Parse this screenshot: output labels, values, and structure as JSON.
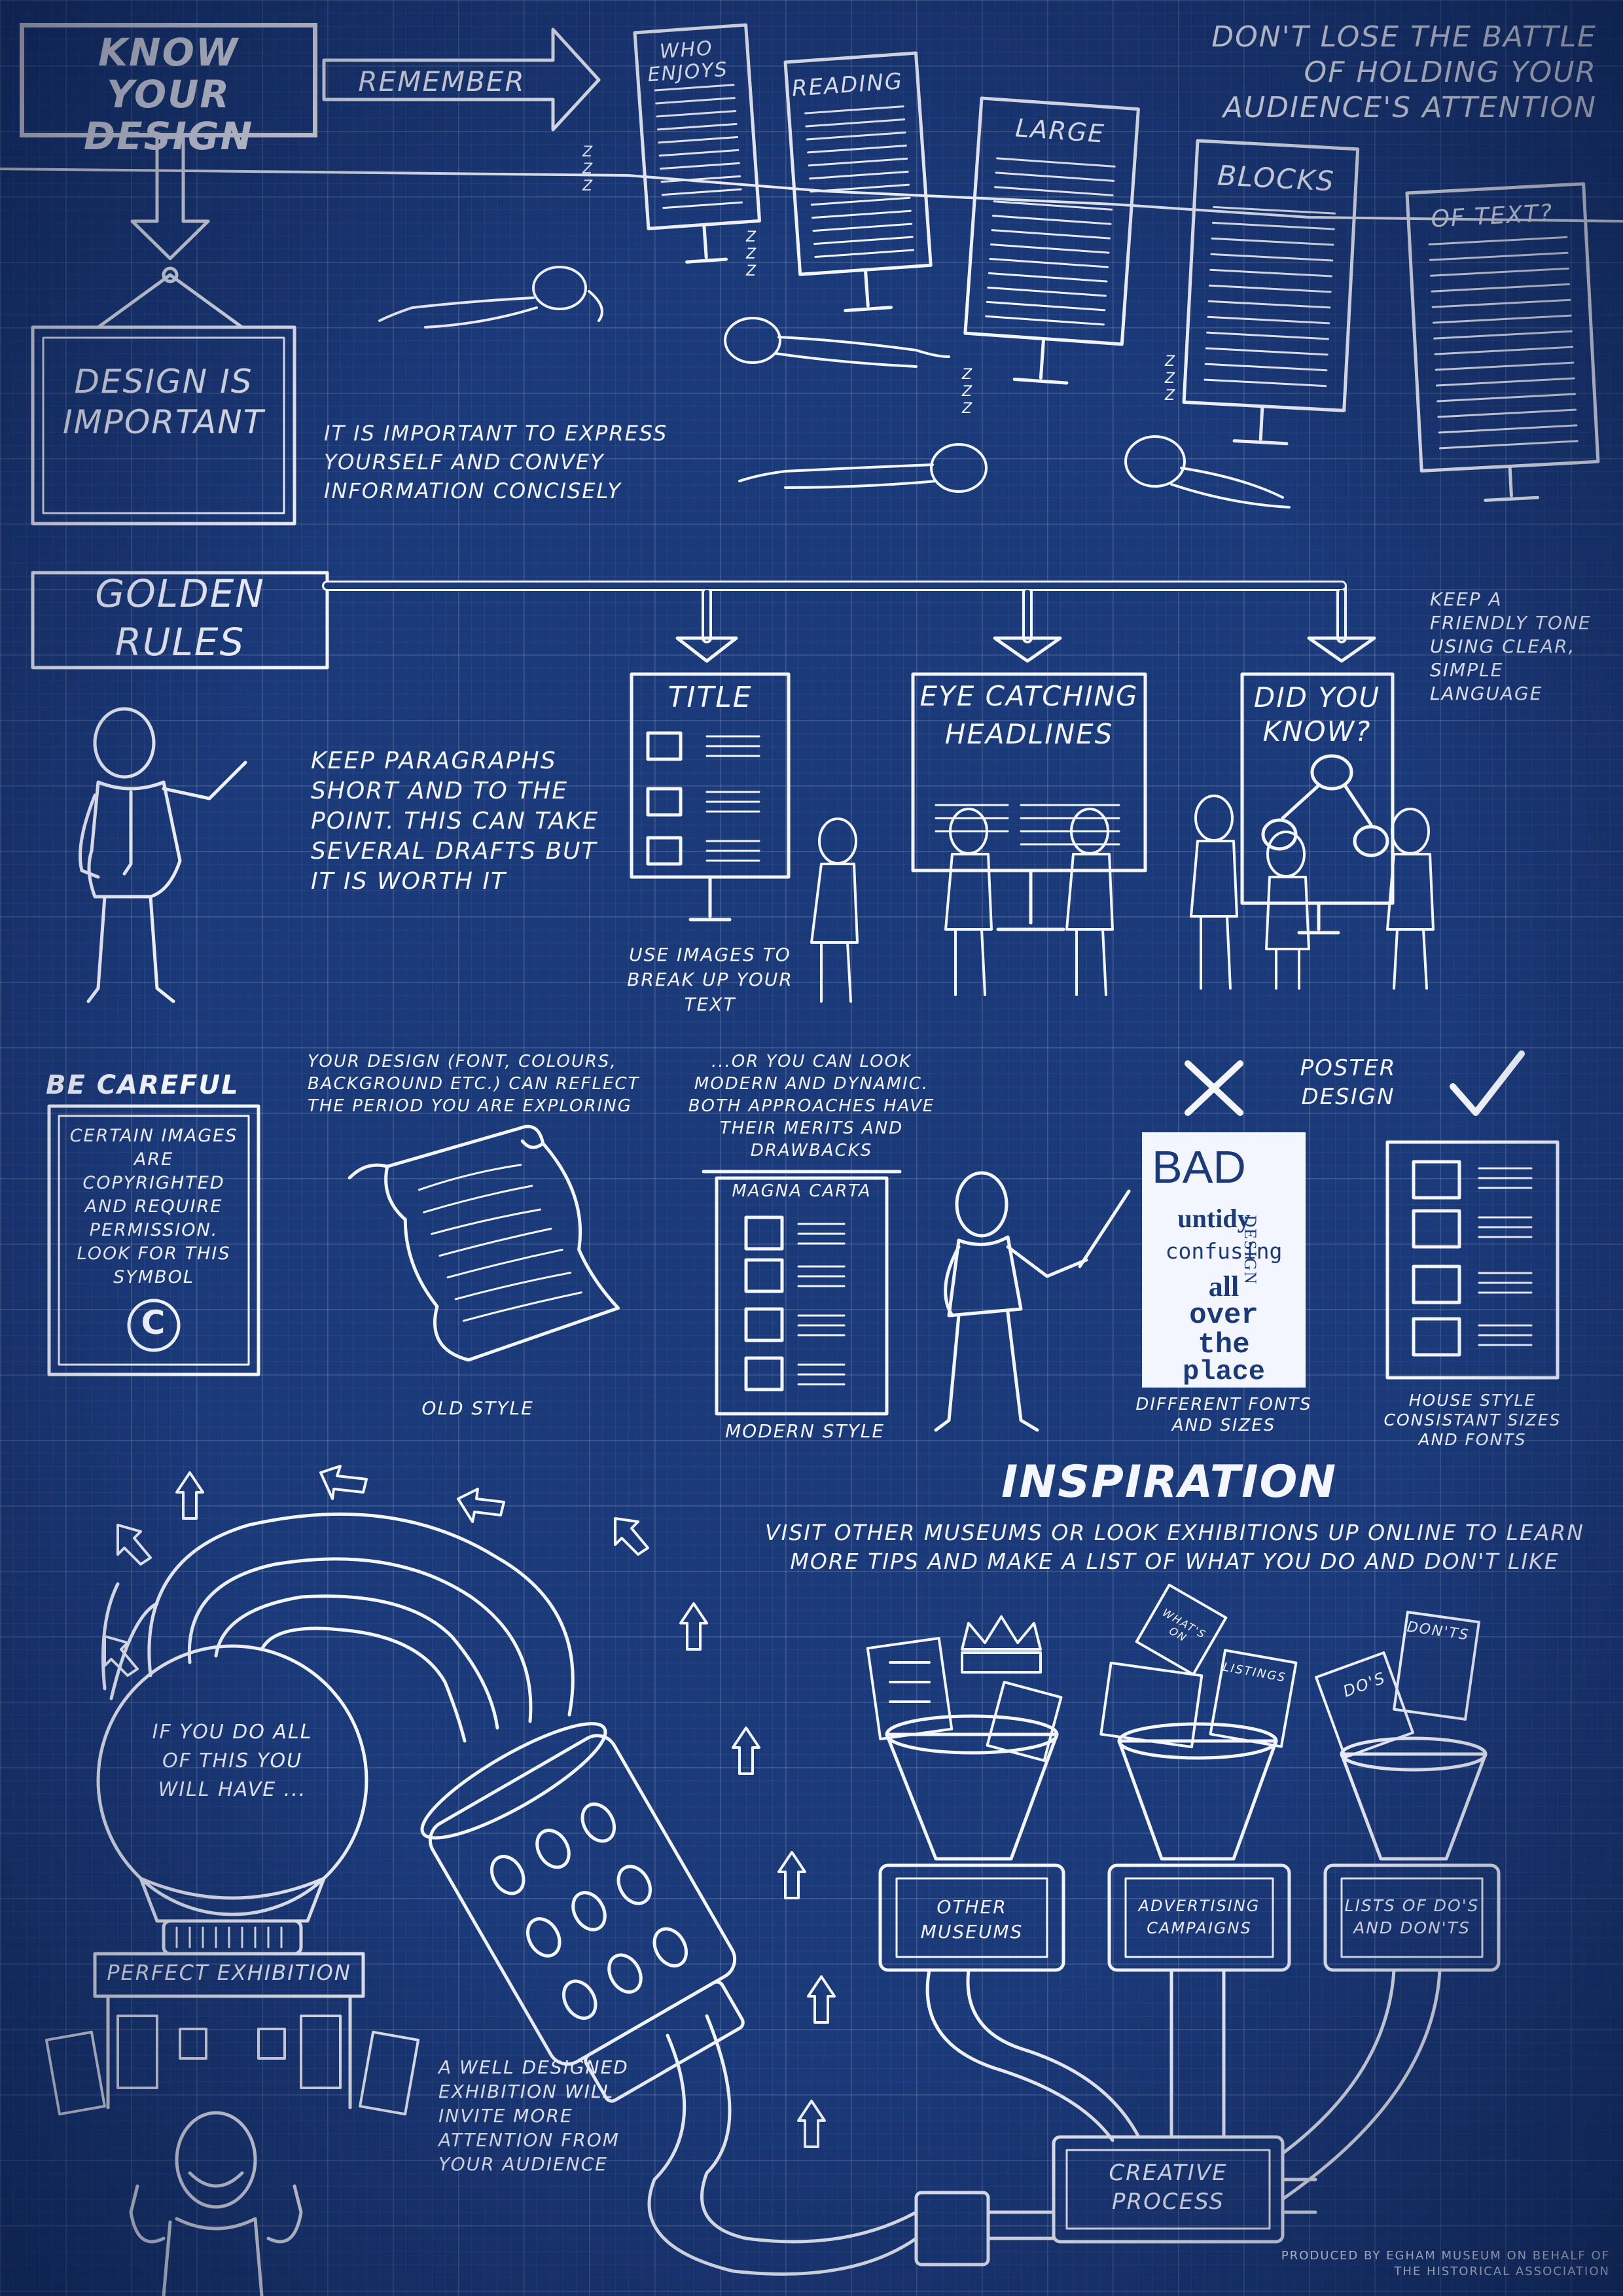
{
  "know_your_design": "KNOW YOUR DESIGN",
  "remember": "REMEMBER",
  "battle_heading": "DON'T LOSE THE BATTLE OF HOLDING YOUR AUDIENCE'S ATTENTION",
  "text_boards": [
    "WHO ENJOYS",
    "READING",
    "LARGE",
    "BLOCKS",
    "OF TEXT?"
  ],
  "sleep_zs": "Z Z Z",
  "design_is_important": "DESIGN IS IMPORTANT",
  "express_yourself": "IT IS IMPORTANT TO EXPRESS YOURSELF AND CONVEY INFORMATION CONCISELY",
  "golden_rules": "GOLDEN RULES",
  "keep_paragraphs": "KEEP PARAGRAPHS SHORT AND TO THE POINT. THIS CAN TAKE SEVERAL DRAFTS BUT IT IS WORTH IT",
  "boards": {
    "title": "TITLE",
    "headlines": "EYE CATCHING HEADLINES",
    "did_you_know": "DID YOU KNOW?"
  },
  "friendly_tone": "KEEP A FRIENDLY TONE USING CLEAR, SIMPLE LANGUAGE",
  "use_images": "USE IMAGES TO BREAK UP YOUR TEXT",
  "be_careful": "BE CAREFUL",
  "copyright_note": "CERTAIN IMAGES ARE COPYRIGHTED AND REQUIRE PERMISSION. LOOK FOR THIS SYMBOL",
  "copyright_symbol": "C",
  "period_note": "YOUR DESIGN (FONT, COLOURS, BACKGROUND ETC.) CAN REFLECT THE PERIOD YOU ARE EXPLORING",
  "old_style": "OLD STYLE",
  "modern_note": "...OR YOU CAN LOOK MODERN AND DYNAMIC. BOTH APPROACHES HAVE THEIR MERITS AND DRAWBACKS",
  "magna_carta": "MAGNA CARTA",
  "modern_style": "MODERN STYLE",
  "poster_design": "POSTER DESIGN",
  "bad_poster": {
    "bad": "BAD",
    "design": "DESIGN",
    "untidy": "untidy",
    "confusing": "confusing",
    "all": "all",
    "over": "over",
    "the": "the",
    "place": "place"
  },
  "different_fonts": "DIFFERENT FONTS AND SIZES",
  "house_style": "HOUSE STYLE CONSISTANT SIZES AND FONTS",
  "inspiration": "INSPIRATION",
  "inspiration_note": "VISIT OTHER MUSEUMS OR LOOK EXHIBITIONS UP ONLINE TO LEARN MORE TIPS AND MAKE A LIST OF WHAT YOU DO AND DON'T LIKE",
  "funnels": {
    "other_museums": "OTHER MUSEUMS",
    "advertising": "ADVERTISING CAMPAIGNS",
    "lists": "LISTS OF DO'S AND DON'TS",
    "whats_on": "WHAT'S ON",
    "listings": "LISTINGS",
    "dos": "DO'S",
    "donts": "DON'TS"
  },
  "creative_process": "CREATIVE PROCESS",
  "if_you_do_all": "IF YOU DO ALL OF THIS YOU WILL HAVE ...",
  "perfect_exhibition": "PERFECT EXHIBITION",
  "well_designed": "A WELL DESIGNED EXHIBITION WILL INVITE MORE ATTENTION FROM YOUR AUDIENCE",
  "produced_by": "PRODUCED BY EGHAM MUSEUM ON BEHALF OF THE HISTORICAL ASSOCIATION"
}
